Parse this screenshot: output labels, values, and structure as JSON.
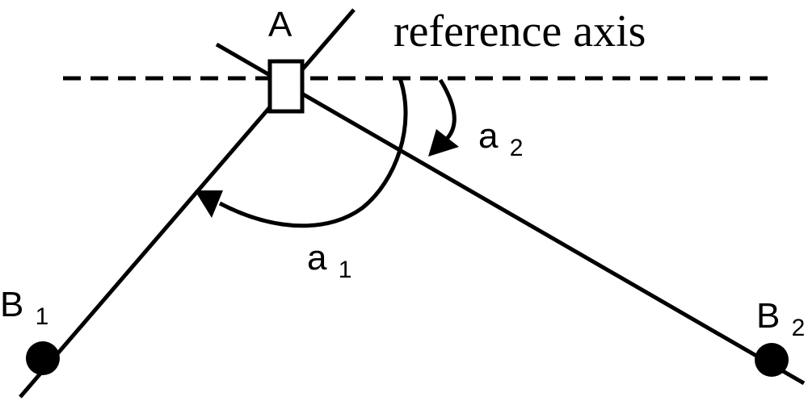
{
  "labels": {
    "point_a": "A",
    "reference_axis": "reference axis",
    "angle_a2": {
      "base": "a",
      "sub": "2"
    },
    "angle_a1": {
      "base": "a",
      "sub": "1"
    },
    "point_b1": {
      "base": "B",
      "sub": "1"
    },
    "point_b2": {
      "base": "B",
      "sub": "2"
    }
  },
  "colors": {
    "ink": "#000000",
    "background": "#ffffff"
  }
}
